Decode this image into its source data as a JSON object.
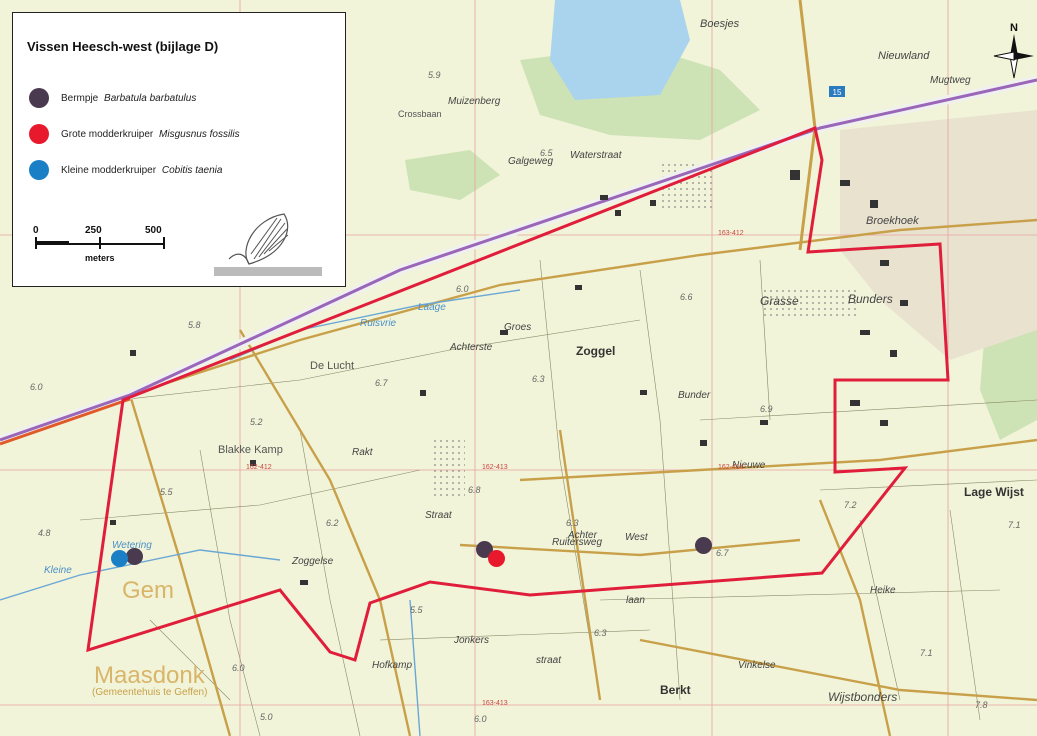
{
  "legend": {
    "title": "Vissen Heesch-west (bijlage D)",
    "items": [
      {
        "common": "Bermpje",
        "latin": "Barbatula barbatulus",
        "color": "#4a3a4f"
      },
      {
        "common": "Grote modderkruiper",
        "latin": "Misgusnus fossilis",
        "color": "#e8192c"
      },
      {
        "common": "Kleine modderkruiper",
        "latin": "Cobitis taenia",
        "color": "#1a7fc4"
      }
    ],
    "scale": {
      "labels": [
        "0",
        "250",
        "500"
      ],
      "unit": "meters"
    }
  },
  "north": {
    "label": "N",
    "icon": "compass-rose-icon"
  },
  "map_labels": {
    "places": [
      "Gem",
      "Maasdonk",
      "Zoggel",
      "Berkt",
      "Lage Wijst",
      "Broekhoek",
      "Bunders",
      "Grasse",
      "Blakke Kamp",
      "De Lucht",
      "Crossbaan",
      "Nieuwland",
      "Boesjes",
      "Wijstbonders",
      "Heike"
    ],
    "subtitle": "(Gemeentehuis te Geffen)",
    "streets": [
      "Rakt",
      "Groes",
      "Achterste",
      "Nieuwe",
      "Straat",
      "Ruitersweg",
      "West",
      "Jonkers",
      "straat",
      "Bunder",
      "Achter",
      "laan",
      "Zoggelse",
      "Hofkamp",
      "Galgeweg",
      "Waterstraat",
      "Vinkelse",
      "Mugtweg",
      "Muizenberg"
    ],
    "water": [
      "Wetering",
      "Kleine",
      "Laage",
      "Ruisvrie"
    ],
    "route_shield": "15",
    "heights": [
      "5.9",
      "6.5",
      "6.0",
      "5.8",
      "6.0",
      "5.2",
      "5.5",
      "4.8",
      "6.7",
      "6.3",
      "6.6",
      "6.9",
      "6.8",
      "6.3",
      "6.7",
      "6.2",
      "5.5",
      "6.3",
      "6.0",
      "7.1",
      "7.2",
      "7.1",
      "7.8",
      "6.0",
      "5.0"
    ],
    "grid_codes": [
      "162-412",
      "162-413",
      "162-414",
      "163-412",
      "163-413"
    ]
  },
  "observations": [
    {
      "species": "Bermpje",
      "color": "#4a3a4f"
    },
    {
      "species": "Kleine modderkruiper",
      "color": "#1a7fc4"
    },
    {
      "species": "Bermpje",
      "color": "#4a3a4f"
    },
    {
      "species": "Grote modderkruiper",
      "color": "#e8192c"
    },
    {
      "species": "Bermpje",
      "color": "#4a3a4f"
    }
  ],
  "colors": {
    "land": "#f1f4d8",
    "boundary": "#e01e3c",
    "motorway": "#9a66b8",
    "grid": "#e8a0a0",
    "water": "#aad4ee",
    "forest": "#cde2b5"
  }
}
